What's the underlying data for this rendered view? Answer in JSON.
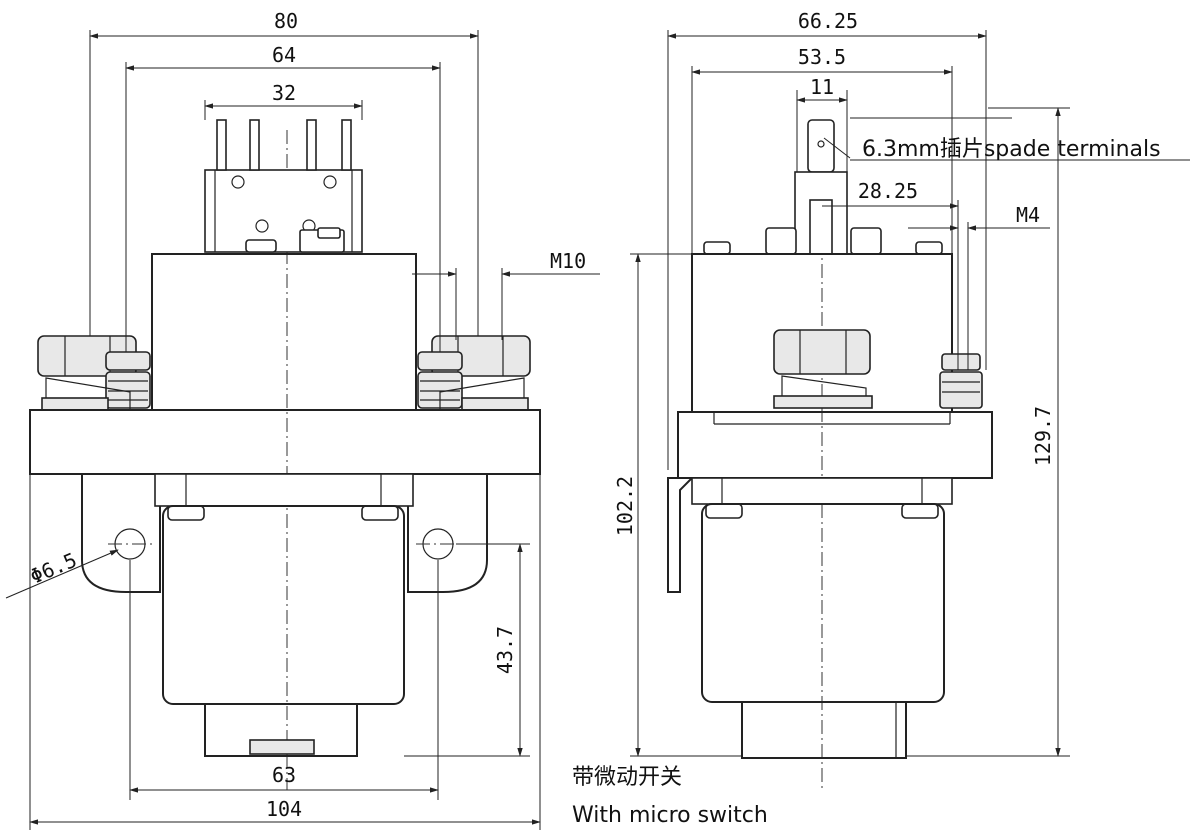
{
  "front_view": {
    "dims": {
      "overall_width": "80",
      "terminal_span": "64",
      "switch_width": "32",
      "bottom_span": "63",
      "base_width": "104",
      "hole_diameter": "Φ6.5",
      "mount_height": "43.7",
      "thread_main": "M10"
    }
  },
  "side_view": {
    "dims": {
      "overall_width": "66.25",
      "body_width": "53.5",
      "spade_width": "11",
      "spade_offset": "28.25",
      "thread_small": "M4",
      "bracket_height": "102.2",
      "overall_height": "129.7"
    },
    "spade_label": "6.3mm插片spade terminals"
  },
  "note": {
    "cn": "带微动开关",
    "en": "With micro switch"
  },
  "colors": {
    "line": "#222222",
    "background": "#ffffff",
    "shade": "#e8e8e8"
  }
}
